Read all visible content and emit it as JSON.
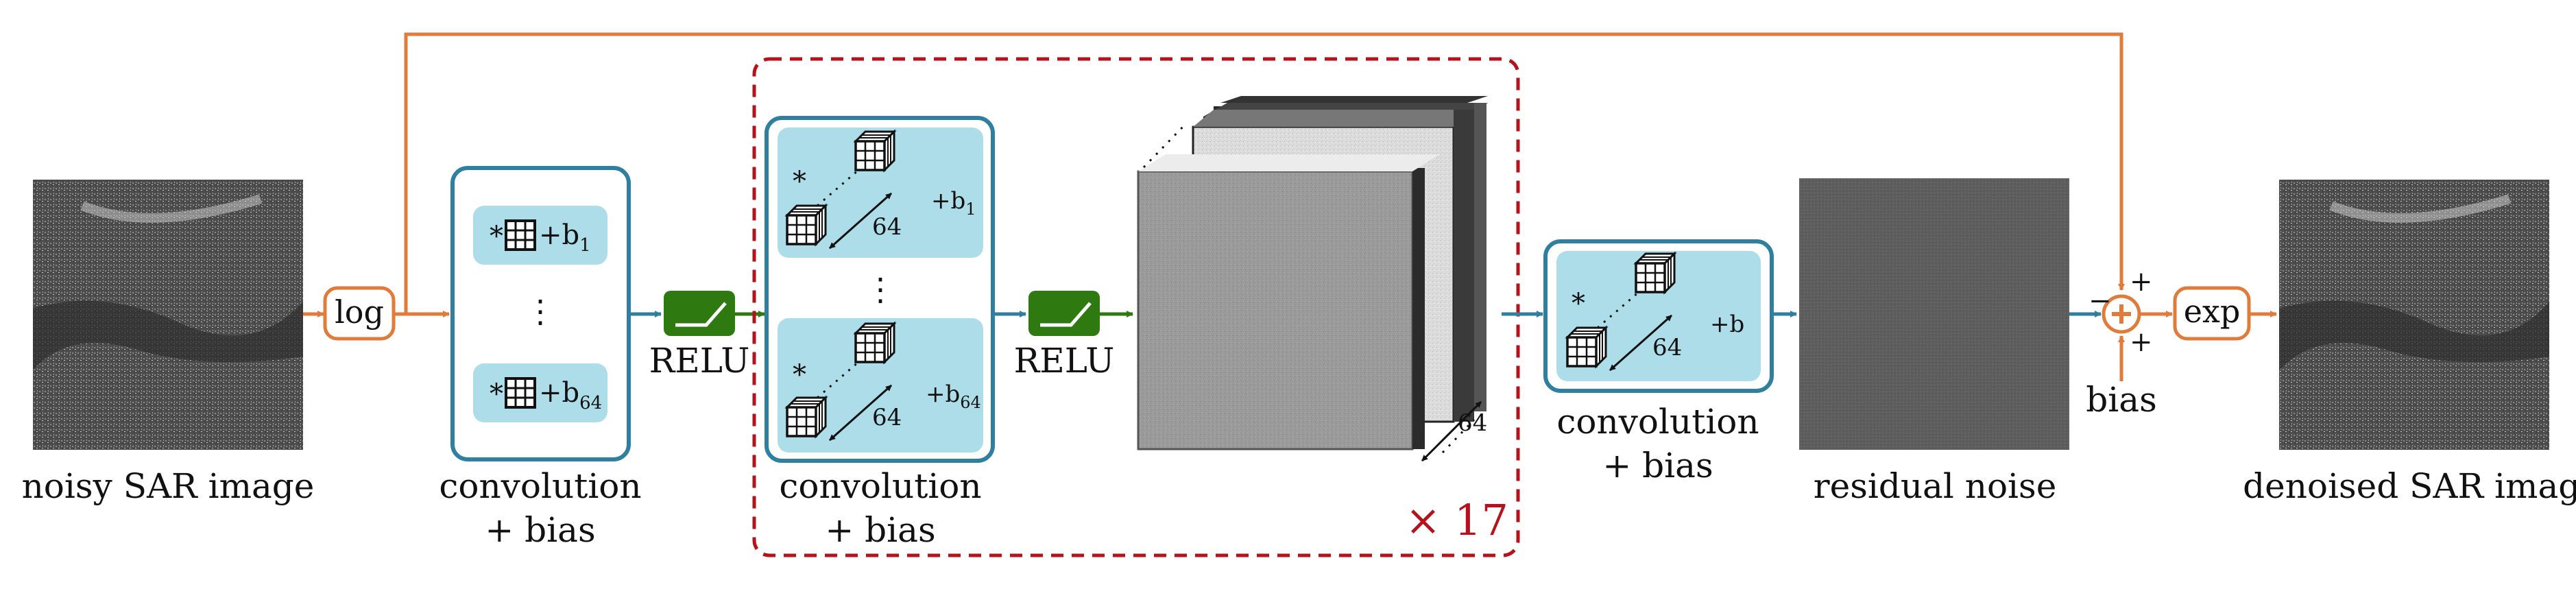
{
  "labels": {
    "input": "noisy SAR image",
    "log": "log",
    "conv1_line1": "convolution",
    "conv1_line2": "+ bias",
    "conv1_b1": "+b",
    "conv1_b1_sub": "1",
    "conv1_b64": "+b",
    "conv1_b64_sub": "64",
    "relu1": "RELU",
    "relu2": "RELU",
    "conv2_line1": "convolution",
    "conv2_line2": "+ bias",
    "conv2_b1": "+b",
    "conv2_b1_sub": "1",
    "conv2_b64": "+b",
    "conv2_b64_sub": "64",
    "k64_a": "64",
    "k64_b": "64",
    "k64_c": "64",
    "stack64": "64",
    "repeat": "× 17",
    "conv3_line1": "convolution",
    "conv3_line2": "+ bias",
    "conv3_b": "+b",
    "residual": "residual noise",
    "minus": "−",
    "plus_top": "+",
    "plus_bottom": "+",
    "bias": "bias",
    "exp": "exp",
    "output": "denoised SAR image",
    "dots": "⋮",
    "conv_op": "*"
  },
  "colors": {
    "orange": "#E07B39",
    "teal": "#2E7FA0",
    "green": "#2F7A10",
    "lightblue": "#ADDDE9",
    "red": "#B5121B"
  },
  "icons": {
    "relu": "relu-activation-icon",
    "kernel": "kernel-cube-icon",
    "sum": "sum-circle-icon"
  }
}
